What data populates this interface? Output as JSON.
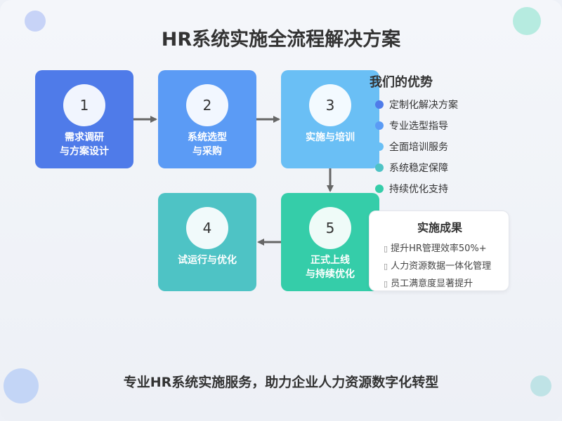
{
  "title": "HR系统实施全流程解决方案",
  "steps": [
    {
      "num": "1",
      "line1": "需求调研",
      "line2": "与方案设计"
    },
    {
      "num": "2",
      "line1": "系统选型",
      "line2": "与采购"
    },
    {
      "num": "3",
      "line1": "实施与培训",
      "line2": ""
    },
    {
      "num": "4",
      "line1": "试运行与优化",
      "line2": ""
    },
    {
      "num": "5",
      "line1": "正式上线",
      "line2": "与持续优化"
    }
  ],
  "advantages": {
    "title": "我们的优势",
    "items": [
      {
        "label": "定制化解决方案",
        "color": "#4f7be9"
      },
      {
        "label": "专业选型指导",
        "color": "#5b9bf5"
      },
      {
        "label": "全面培训服务",
        "color": "#6abff5"
      },
      {
        "label": "系统稳定保障",
        "color": "#4ec3c5"
      },
      {
        "label": "持续优化支持",
        "color": "#35cda9"
      }
    ]
  },
  "results": {
    "title": "实施成果",
    "items": [
      "提升HR管理效率50%+",
      "人力资源数据一体化管理",
      "员工满意度显著提升"
    ]
  },
  "footer": "专业HR系统实施服务，助力企业人力资源数字化转型"
}
